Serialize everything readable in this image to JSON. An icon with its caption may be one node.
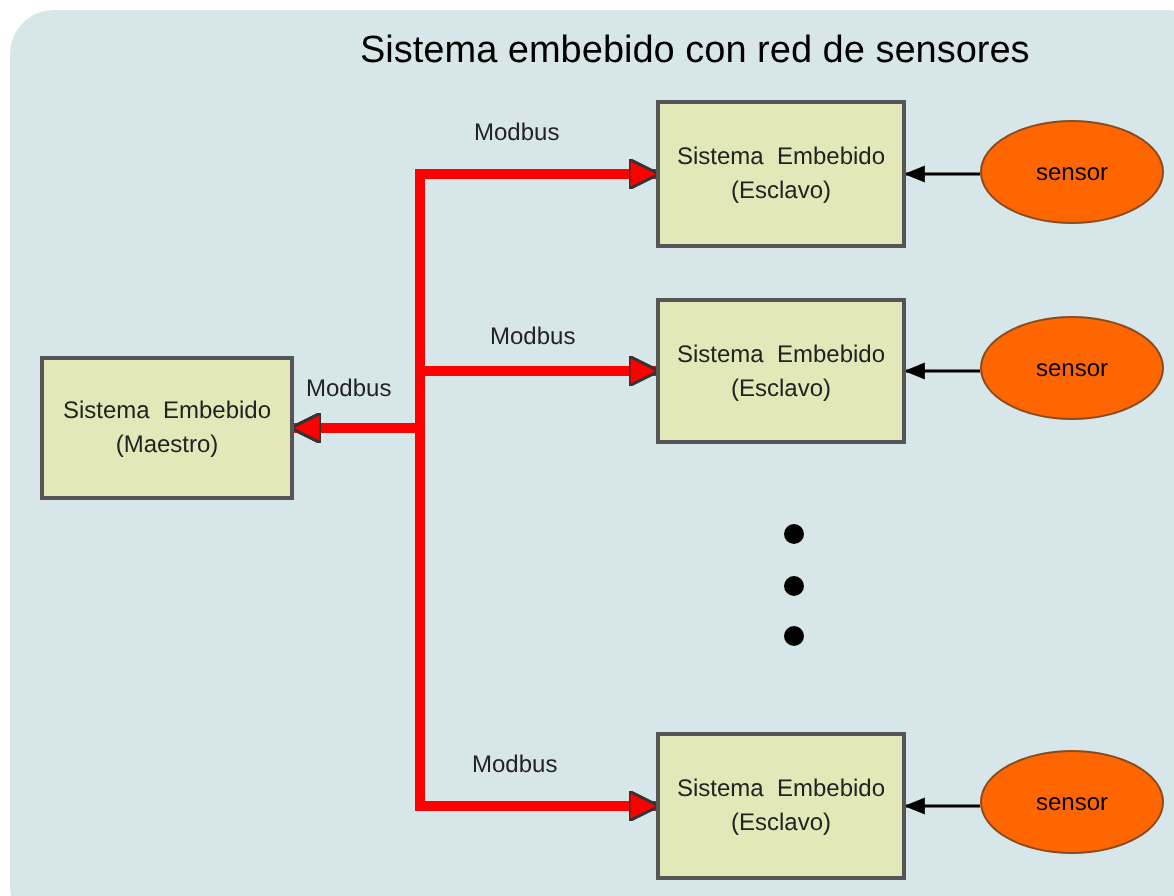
{
  "diagram": {
    "title": "Sistema embebido con red de sensores",
    "nodes": [
      {
        "text": [
          "Sistema  Embebido (Maestro)"
        ]
      },
      {
        "text": [
          "Sistema  Embebido (Esclavo)"
        ]
      },
      {
        "text": [
          "Sistema  Embebido (Esclavo)"
        ]
      },
      {
        "text": [
          "Sistema  Embebido (Esclavo)"
        ]
      },
      {
        "text": [
          "sensor"
        ]
      },
      {
        "text": [
          "sensor"
        ]
      },
      {
        "text": [
          "sensor"
        ]
      }
    ],
    "edges": [
      {
        "from": 0,
        "to": 1,
        "arrow": "both",
        "label": "Modbus",
        "style": "thick",
        "color": "#ff0000"
      },
      {
        "from": 0,
        "to": 2,
        "arrow": "both",
        "label": "Modbus",
        "style": "thick",
        "color": "#ff0000"
      },
      {
        "from": 0,
        "to": 3,
        "arrow": "both",
        "label": "Modbus",
        "style": "thick",
        "color": "#ff0000"
      },
      {
        "from": 4,
        "to": 1,
        "arrow": "to",
        "color": "#000000"
      },
      {
        "from": 5,
        "to": 2,
        "arrow": "to",
        "color": "#000000"
      },
      {
        "from": 6,
        "to": 3,
        "arrow": "to",
        "color": "#000000"
      }
    ],
    "labels": [
      "Modbus"
    ]
  }
}
